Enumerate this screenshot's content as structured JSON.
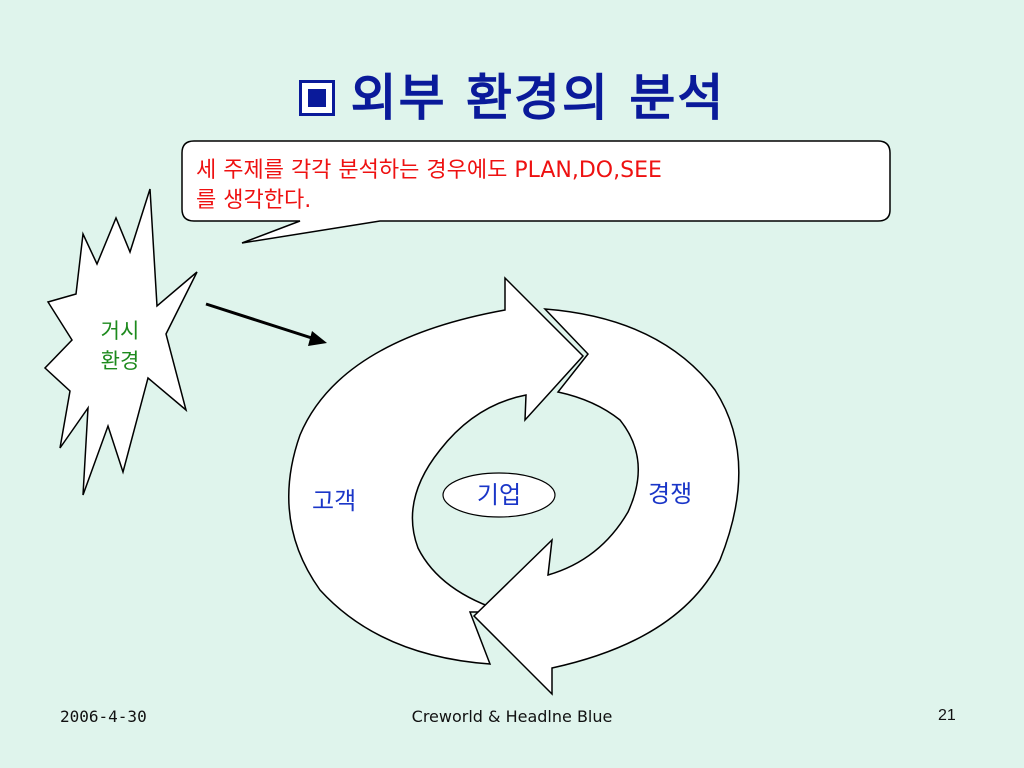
{
  "slide": {
    "title": "외부 환경의 분석"
  },
  "callout": {
    "line1": "세 주제를 각각 분석하는 경우에도 PLAN,DO,SEE",
    "line2": "를 생각한다."
  },
  "macro_environment": {
    "line1": "거시",
    "line2": "환경"
  },
  "cycle": {
    "center": "기업",
    "left": "고객",
    "right": "경쟁"
  },
  "footer": {
    "date": "2006-4-30",
    "center": "Creworld & Headlne Blue",
    "page": "21"
  },
  "colors": {
    "background": "#dff4ec",
    "title": "#0a1a9a",
    "callout_text": "#ee1111",
    "macro_text": "#1d8a1d",
    "cycle_text": "#1a36c8"
  }
}
